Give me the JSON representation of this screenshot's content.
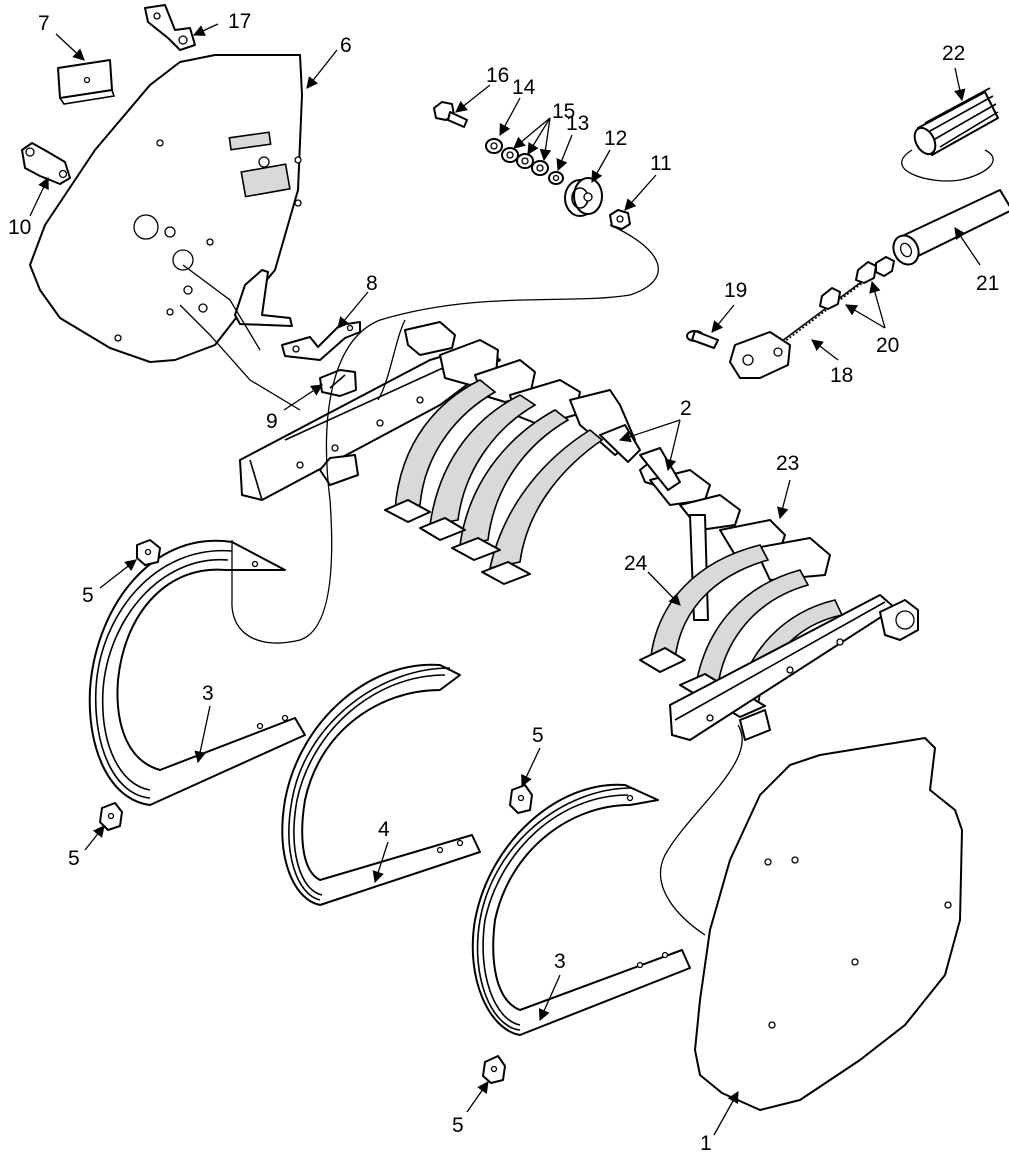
{
  "diagram": {
    "labels": [
      {
        "id": "1",
        "text": "1"
      },
      {
        "id": "2",
        "text": "2"
      },
      {
        "id": "3a",
        "text": "3"
      },
      {
        "id": "3b",
        "text": "3"
      },
      {
        "id": "4",
        "text": "4"
      },
      {
        "id": "5a",
        "text": "5"
      },
      {
        "id": "5b",
        "text": "5"
      },
      {
        "id": "5c",
        "text": "5"
      },
      {
        "id": "5d",
        "text": "5"
      },
      {
        "id": "6",
        "text": "6"
      },
      {
        "id": "7",
        "text": "7"
      },
      {
        "id": "8",
        "text": "8"
      },
      {
        "id": "9",
        "text": "9"
      },
      {
        "id": "10",
        "text": "10"
      },
      {
        "id": "11",
        "text": "11"
      },
      {
        "id": "12",
        "text": "12"
      },
      {
        "id": "13",
        "text": "13"
      },
      {
        "id": "14",
        "text": "14"
      },
      {
        "id": "15",
        "text": "15"
      },
      {
        "id": "16",
        "text": "16"
      },
      {
        "id": "17",
        "text": "17"
      },
      {
        "id": "18",
        "text": "18"
      },
      {
        "id": "19",
        "text": "19"
      },
      {
        "id": "20",
        "text": "20"
      },
      {
        "id": "21",
        "text": "21"
      },
      {
        "id": "22",
        "text": "22"
      },
      {
        "id": "23",
        "text": "23"
      },
      {
        "id": "24",
        "text": "24"
      }
    ]
  }
}
